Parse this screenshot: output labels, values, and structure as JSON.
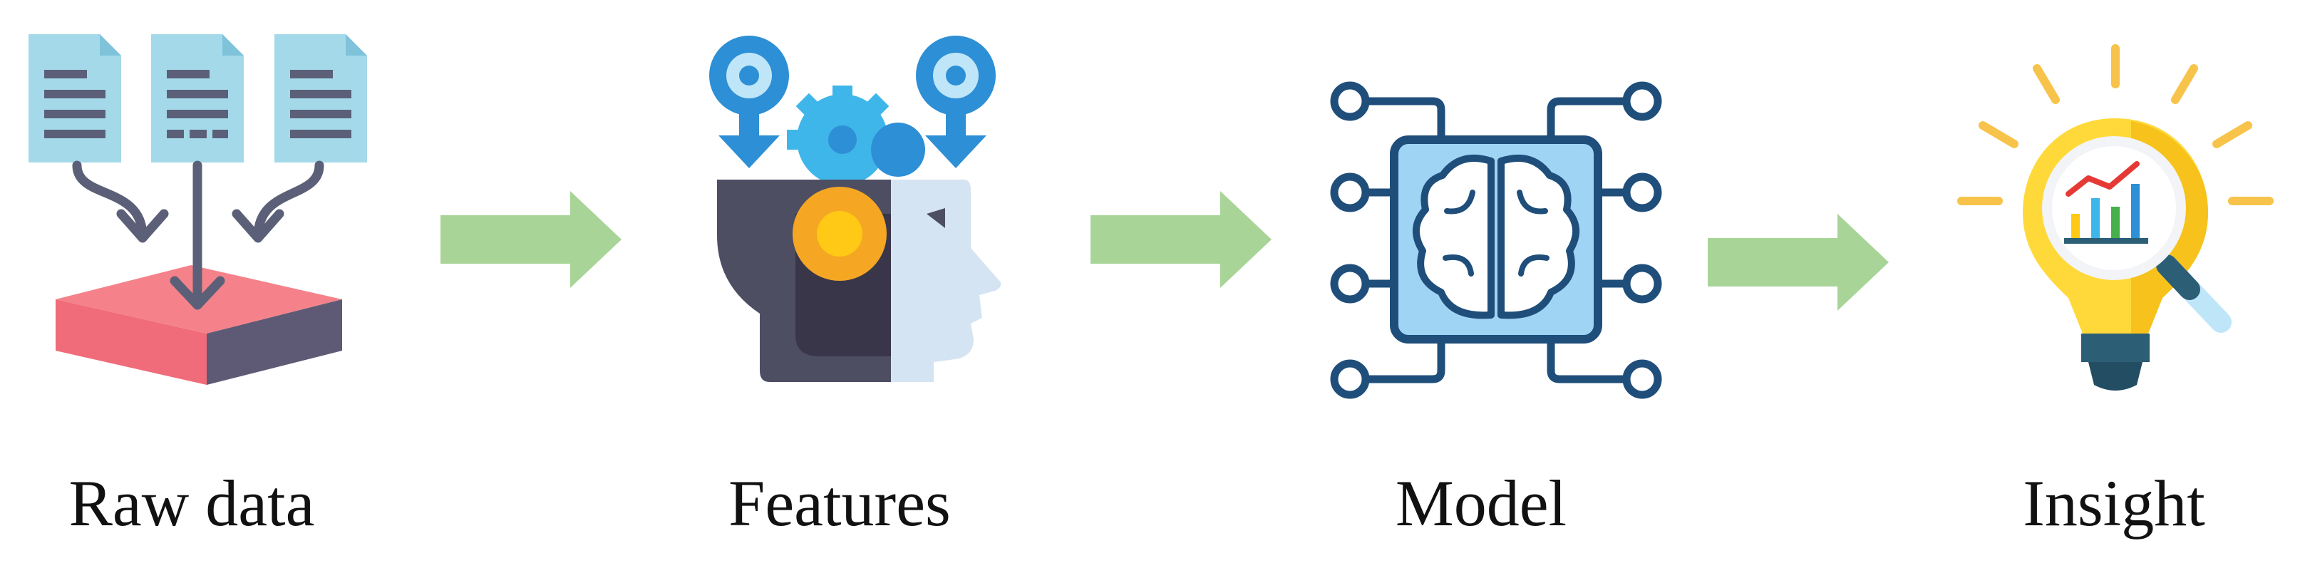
{
  "stages": [
    {
      "label": "Raw data",
      "icon": "raw-data-icon"
    },
    {
      "label": "Features",
      "icon": "feature-head-icon"
    },
    {
      "label": "Model",
      "icon": "brain-chip-icon"
    },
    {
      "label": "Insight",
      "icon": "lightbulb-insight-icon"
    }
  ],
  "colors": {
    "arrow": "#a8d498",
    "doc": "#a4d9ea",
    "doc_lines": "#5b6078",
    "block_top": "#f5828a",
    "block_front": "#f06c7a",
    "block_side": "#5e5a75",
    "connector": "#5b6078",
    "gear_blue": "#2d8fd5",
    "gear_light": "#3fb6ea",
    "head_dark": "#4e4e63",
    "head_light": "#d5e4f2",
    "head_orange": "#f5a623",
    "head_yellow": "#ffc915",
    "chip_stroke": "#1f4e7a",
    "chip_fill": "#9fd4f4",
    "bulb_yellow": "#ffd93a",
    "bulb_base": "#2c5e76",
    "ray": "#f8c34a"
  }
}
